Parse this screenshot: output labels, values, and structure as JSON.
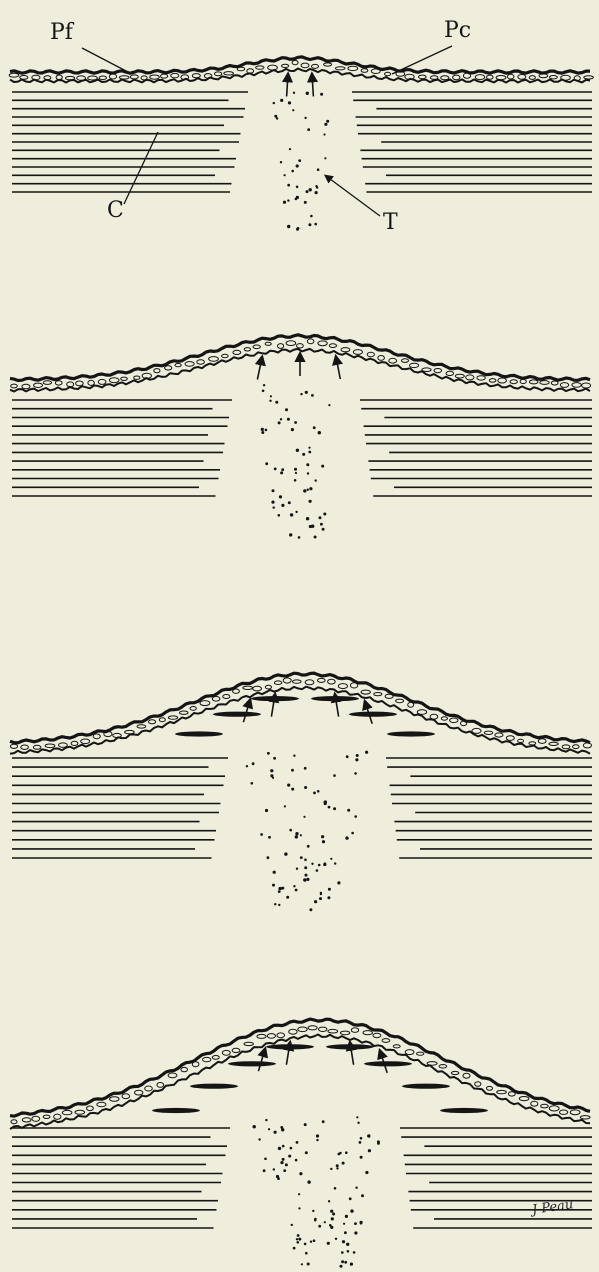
{
  "figure": {
    "panels": [
      "stage-1",
      "stage-2",
      "stage-3",
      "stage-4"
    ],
    "labels": {
      "pf": "Pf",
      "pc": "Pc",
      "c": "C",
      "t": "T"
    },
    "signature": "J Peau"
  },
  "colors": {
    "background": "#efeddc",
    "ink": "#151515"
  }
}
